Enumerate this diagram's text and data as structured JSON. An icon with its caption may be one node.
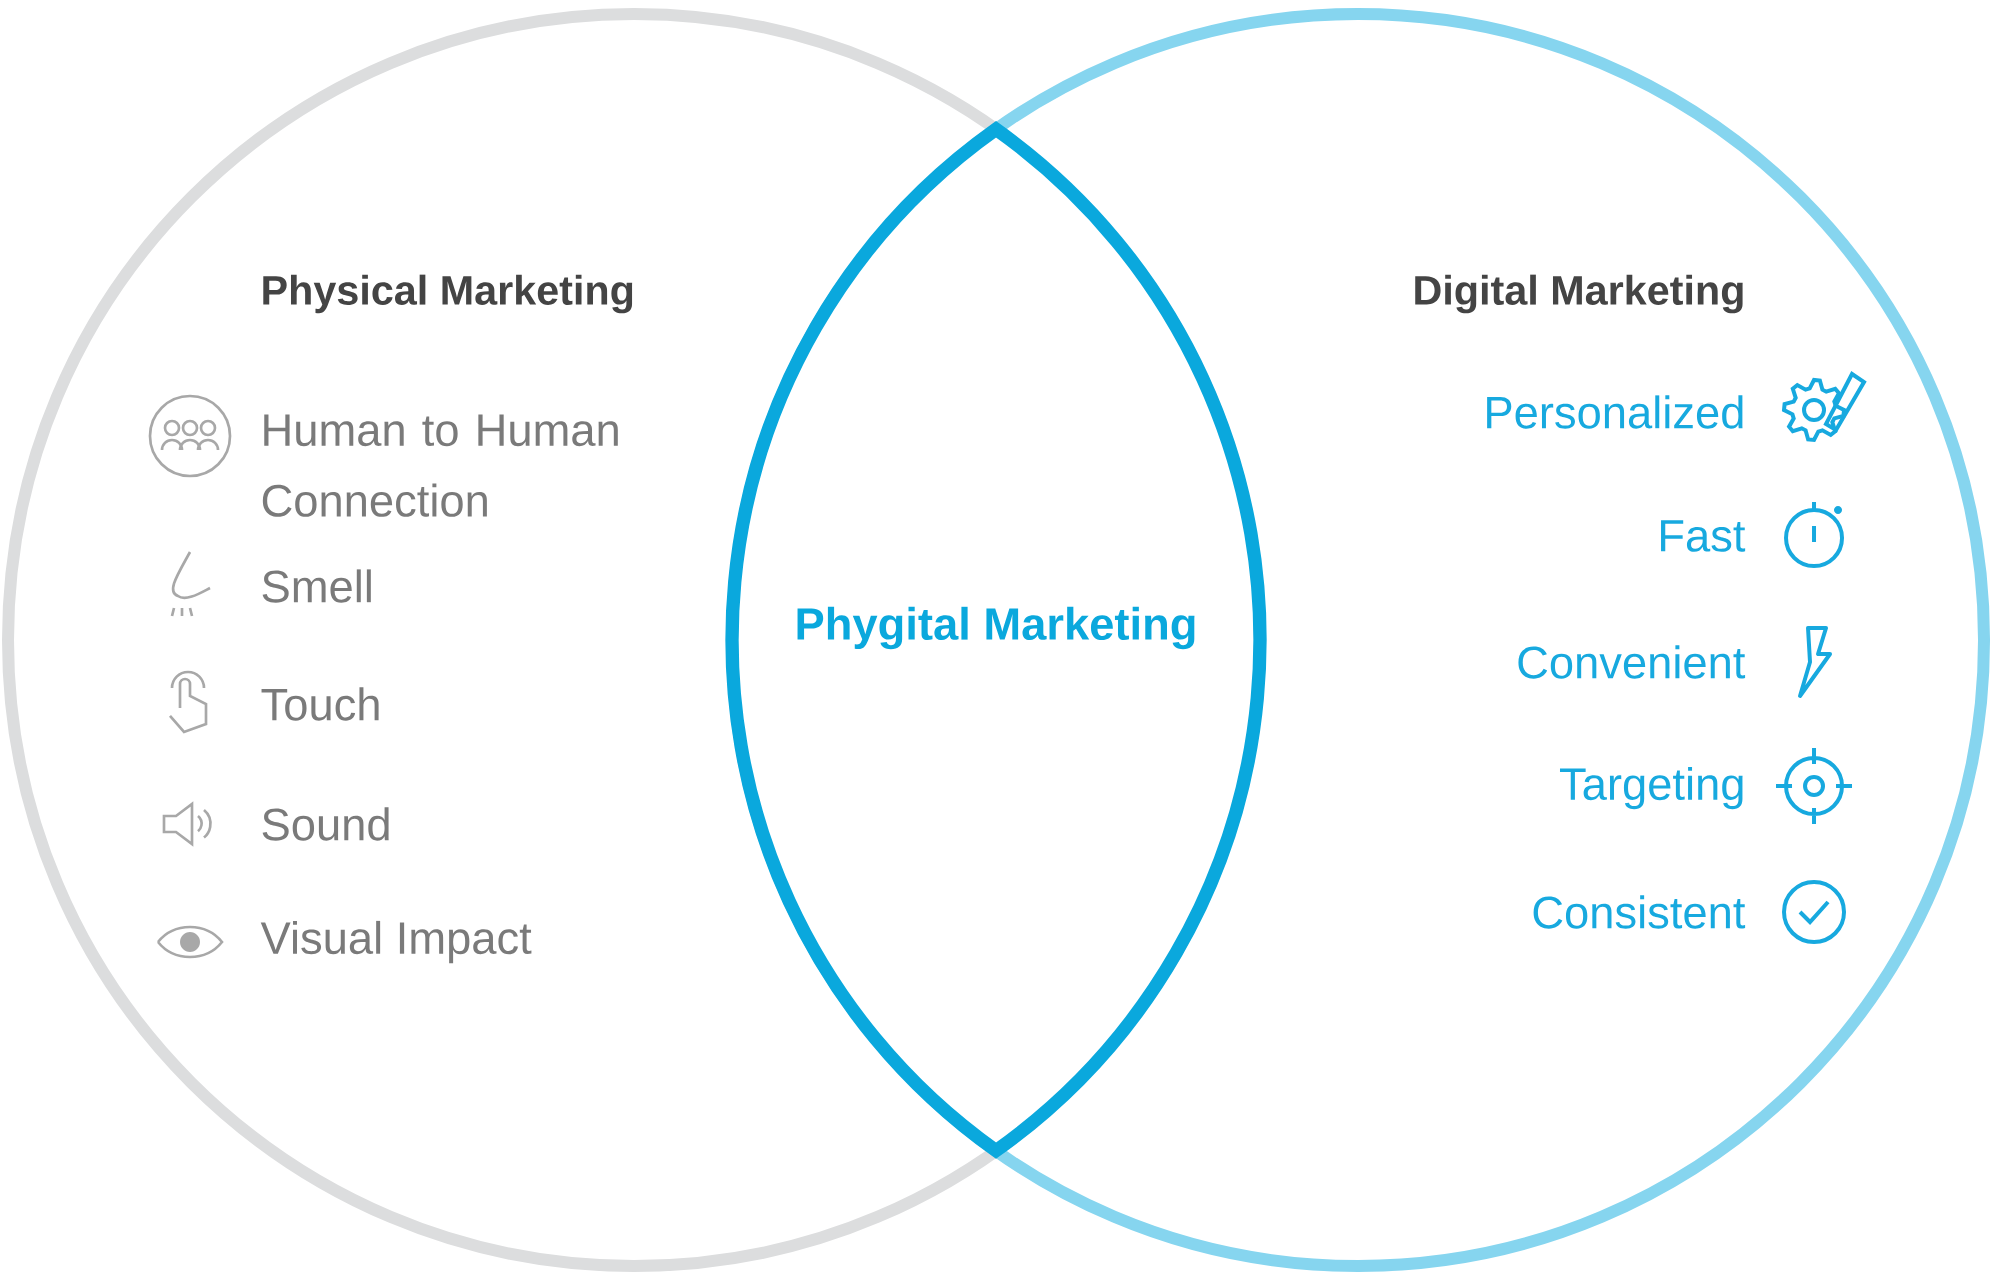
{
  "diagram": {
    "nodes": [
      {
        "text": [
          "Physical Marketing"
        ]
      },
      {
        "text": [
          "Digital Marketing"
        ]
      },
      {
        "text": [
          "Phygital Marketing"
        ]
      }
    ],
    "labels": [
      "Human to Human Connection",
      "Smell",
      "Touch",
      "Sound",
      "Visual Impact",
      "Personalized",
      "Fast",
      "Convenient",
      "Targeting",
      "Consistent"
    ]
  }
}
